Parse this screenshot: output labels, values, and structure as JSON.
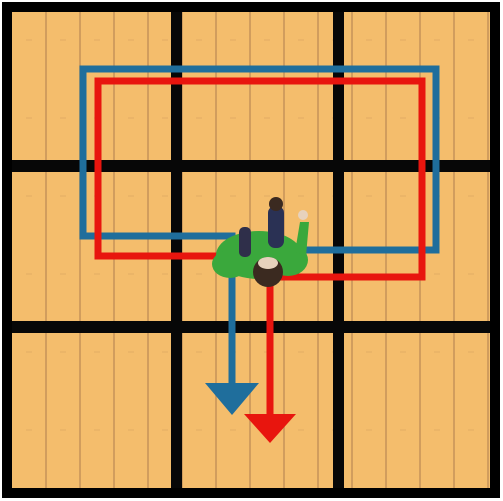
{
  "grid": {
    "rows": 3,
    "cols": 3,
    "cells": [
      {
        "row": 0,
        "col": 0,
        "surface": "wooden-floor"
      },
      {
        "row": 0,
        "col": 1,
        "surface": "wooden-floor"
      },
      {
        "row": 0,
        "col": 2,
        "surface": "wooden-floor"
      },
      {
        "row": 1,
        "col": 0,
        "surface": "wooden-floor"
      },
      {
        "row": 1,
        "col": 1,
        "surface": "wooden-floor"
      },
      {
        "row": 1,
        "col": 2,
        "surface": "wooden-floor"
      },
      {
        "row": 2,
        "col": 0,
        "surface": "wooden-floor"
      },
      {
        "row": 2,
        "col": 1,
        "surface": "wooden-floor"
      },
      {
        "row": 2,
        "col": 2,
        "surface": "wooden-floor"
      }
    ]
  },
  "paths": [
    {
      "name": "blue-path",
      "color": "#1f6e9c",
      "ends_with": "arrowhead"
    },
    {
      "name": "red-path",
      "color": "#e8150e",
      "ends_with": "arrowhead"
    }
  ],
  "figure": {
    "icon": "person-top-view-icon",
    "colors": {
      "shirt": "#3aa83c",
      "hair": "#3b2a20",
      "face": "#e7d2bd"
    }
  },
  "colors": {
    "floor": "#f4bd6c",
    "plank_line": "#c8955a",
    "grid_line": "#070707",
    "border": "#000000"
  }
}
